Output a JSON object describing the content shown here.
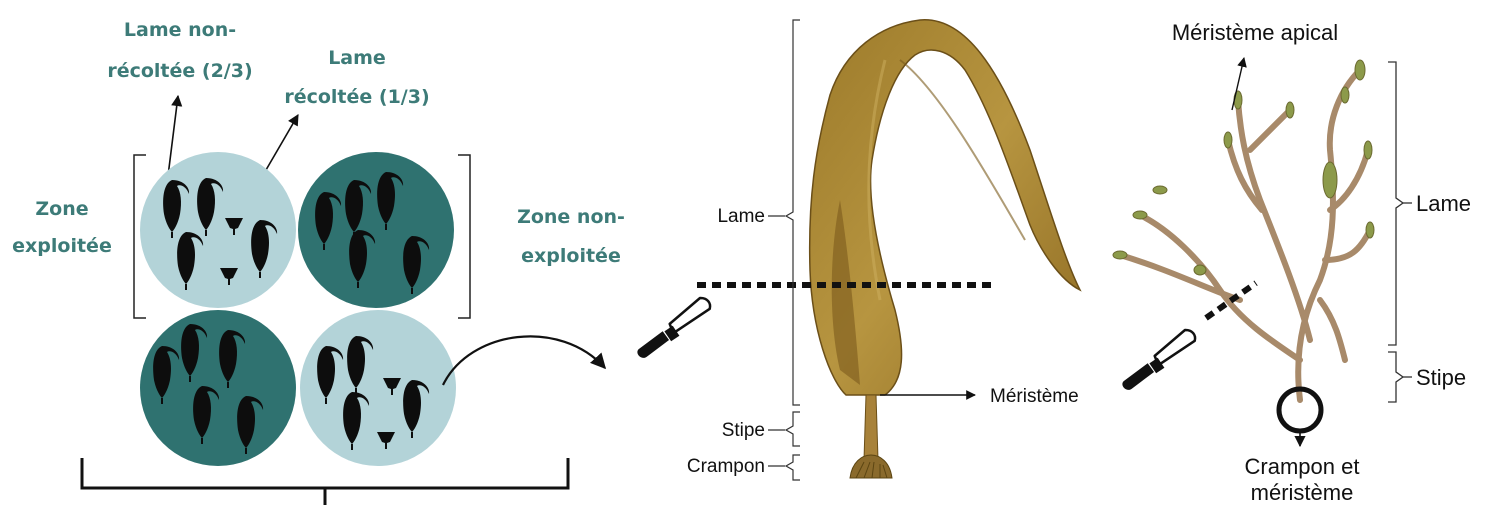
{
  "left_panel": {
    "label_unharvested_line1": "Lame non-",
    "label_unharvested_line2": "récoltée (2/3)",
    "label_harvested_line1": "Lame",
    "label_harvested_line2": "récoltée (1/3)",
    "label_exploited_line1": "Zone",
    "label_exploited_line2": "exploitée",
    "label_unexploited_line1": "Zone non-",
    "label_unexploited_line2": "exploitée",
    "colors": {
      "light_zone": "#b3d3d8",
      "dark_zone": "#2f7270",
      "teal_text": "#3d7b78"
    }
  },
  "kelp": {
    "label_blade": "Lame",
    "label_stipe": "Stipe",
    "label_holdfast": "Crampon",
    "label_meristem": "Méristème"
  },
  "fucus": {
    "label_apical_meristem": "Méristème apical",
    "label_blade": "Lame",
    "label_stipe": "Stipe",
    "label_holdfast_line1": "Crampon et",
    "label_holdfast_line2": "méristème"
  },
  "icons": [
    "seaweed-silhouette-icon",
    "cut-stump-icon",
    "knife-icon"
  ]
}
